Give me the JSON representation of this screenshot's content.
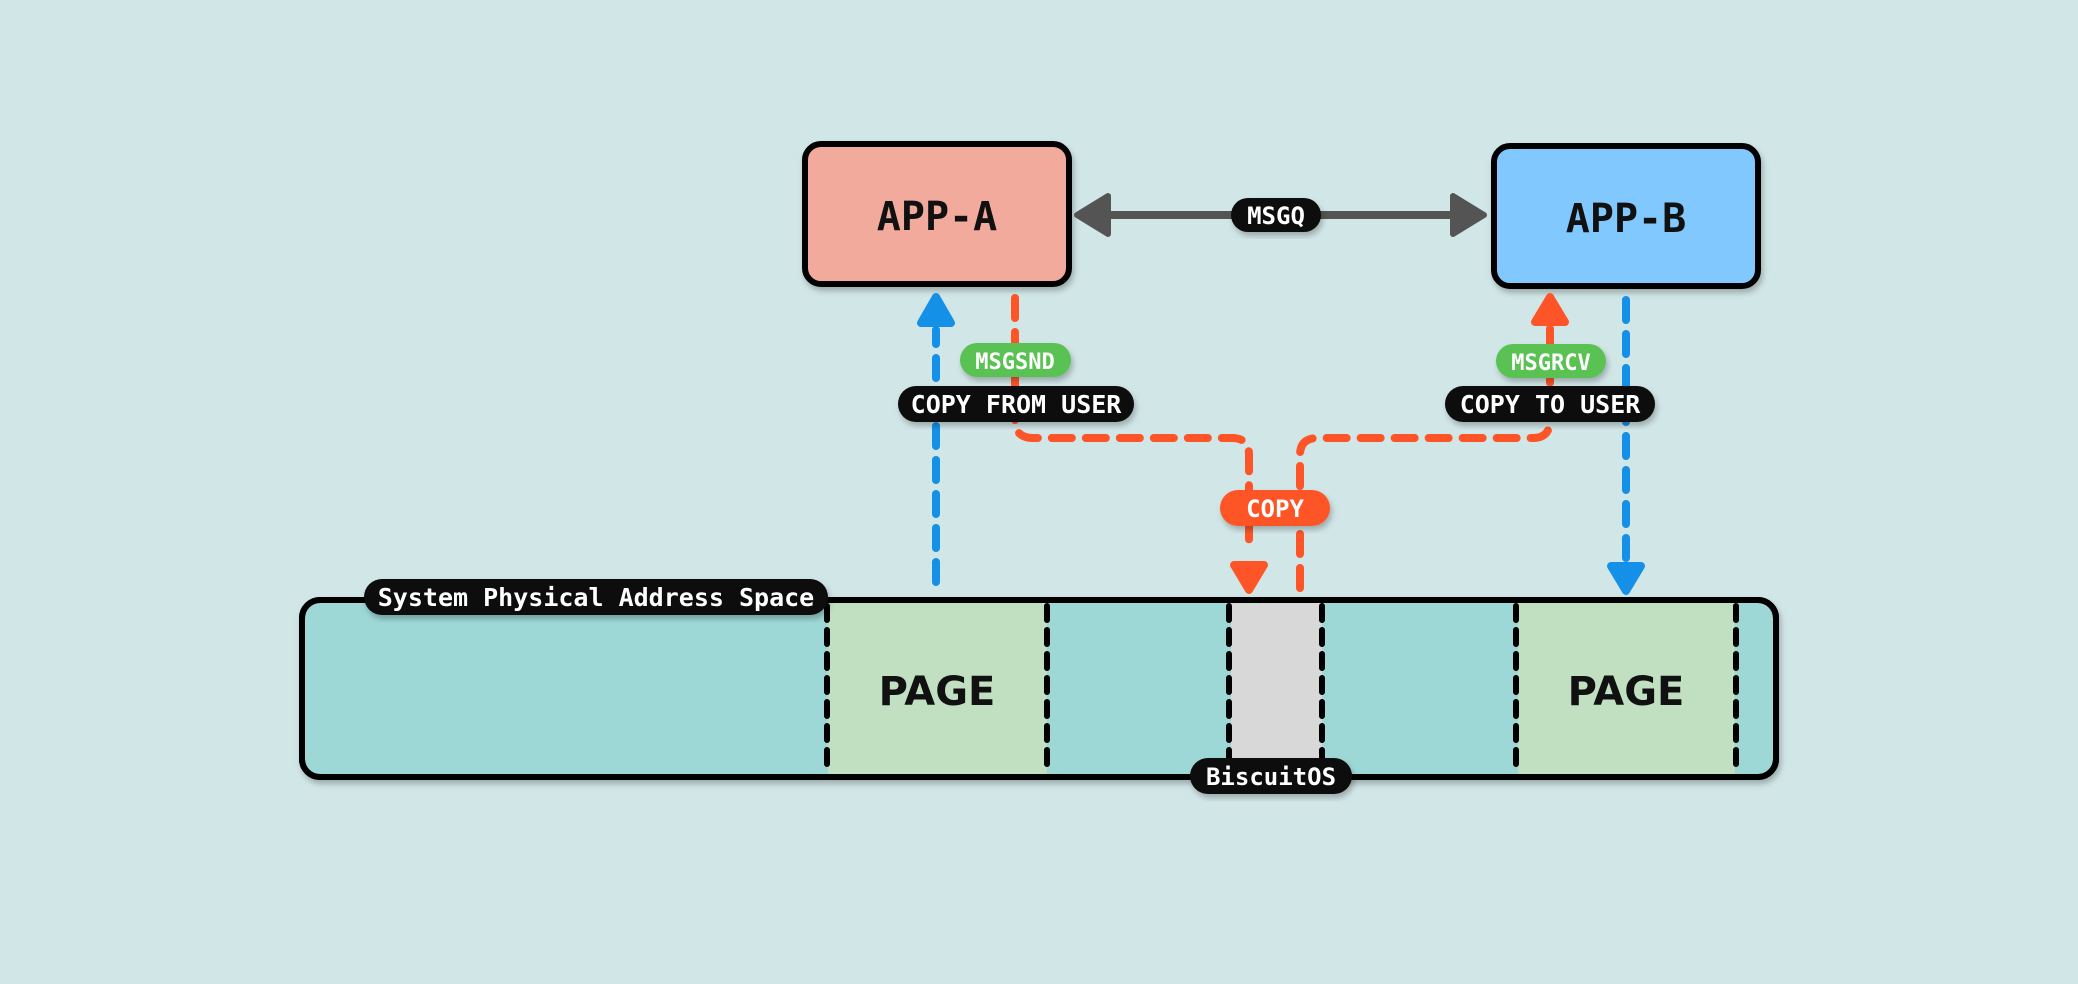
{
  "diagram": {
    "apps": [
      {
        "id": "app-a",
        "label": "APP-A",
        "fill": "#f2aa9d"
      },
      {
        "id": "app-b",
        "label": "APP-B",
        "fill": "#80c8fd"
      }
    ],
    "msgq_label": "MSGQ",
    "msgsnd_label": "MSGSND",
    "msgrcv_label": "MSGRCV",
    "copy_from_user_label": "COPY FROM USER",
    "copy_to_user_label": "COPY TO USER",
    "copy_label": "COPY",
    "memory": {
      "title": "System Physical Address Space",
      "pages": [
        "PAGE",
        "PAGE"
      ],
      "kernel_label": "BiscuitOS"
    },
    "colors": {
      "background": "#d1e6e7",
      "memory_fill": "#9dd7d6",
      "page_fill": "#c0e0c1",
      "kernel_fill": "#d8d8d8",
      "blue_arrow": "#1490e8",
      "orange_arrow": "#fd5527",
      "gray_arrow": "#545454",
      "green_badge": "#5ac253",
      "black_badge": "#0a0a0a"
    }
  }
}
